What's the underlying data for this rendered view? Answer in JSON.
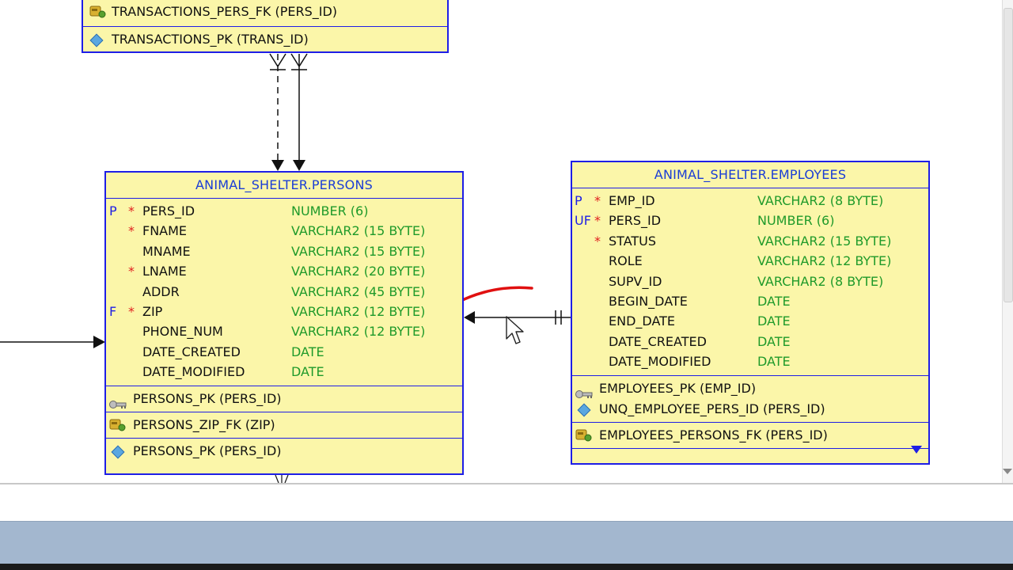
{
  "transactions": {
    "keys": [
      {
        "icon": "foreign-key-icon",
        "label": "TRANSACTIONS_PERS_FK (PERS_ID)"
      },
      {
        "icon": "unique-key-icon",
        "label": "TRANSACTIONS_PK (TRANS_ID)"
      }
    ]
  },
  "persons": {
    "title": "ANIMAL_SHELTER.PERSONS",
    "columns": [
      {
        "key": "P",
        "req": "*",
        "name": "PERS_ID",
        "type": "NUMBER (6)"
      },
      {
        "key": "",
        "req": "*",
        "name": "FNAME",
        "type": "VARCHAR2 (15 BYTE)"
      },
      {
        "key": "",
        "req": "",
        "name": "MNAME",
        "type": "VARCHAR2 (15 BYTE)"
      },
      {
        "key": "",
        "req": "*",
        "name": "LNAME",
        "type": "VARCHAR2 (20 BYTE)"
      },
      {
        "key": "",
        "req": "",
        "name": "ADDR",
        "type": "VARCHAR2 (45 BYTE)"
      },
      {
        "key": "F",
        "req": "*",
        "name": "ZIP",
        "type": "VARCHAR2 (12 BYTE)"
      },
      {
        "key": "",
        "req": "",
        "name": "PHONE_NUM",
        "type": "VARCHAR2 (12 BYTE)"
      },
      {
        "key": "",
        "req": "",
        "name": "DATE_CREATED",
        "type": "DATE"
      },
      {
        "key": "",
        "req": "",
        "name": "DATE_MODIFIED",
        "type": "DATE"
      }
    ],
    "pk": [
      {
        "icon": "primary-key-icon",
        "label": "PERSONS_PK (PERS_ID)"
      }
    ],
    "fk": [
      {
        "icon": "foreign-key-icon",
        "label": "PERSONS_ZIP_FK (ZIP)"
      }
    ],
    "uk": [
      {
        "icon": "unique-key-icon",
        "label": "PERSONS_PK (PERS_ID)"
      }
    ]
  },
  "employees": {
    "title": "ANIMAL_SHELTER.EMPLOYEES",
    "columns": [
      {
        "key": "P",
        "req": "*",
        "name": "EMP_ID",
        "type": "VARCHAR2 (8 BYTE)"
      },
      {
        "key": "UF",
        "req": "*",
        "name": "PERS_ID",
        "type": "NUMBER (6)"
      },
      {
        "key": "",
        "req": "*",
        "name": "STATUS",
        "type": "VARCHAR2 (15 BYTE)"
      },
      {
        "key": "",
        "req": "",
        "name": "ROLE",
        "type": "VARCHAR2 (12 BYTE)"
      },
      {
        "key": "",
        "req": "",
        "name": "SUPV_ID",
        "type": "VARCHAR2 (8 BYTE)"
      },
      {
        "key": "",
        "req": "",
        "name": "BEGIN_DATE",
        "type": "DATE"
      },
      {
        "key": "",
        "req": "",
        "name": "END_DATE",
        "type": "DATE"
      },
      {
        "key": "",
        "req": "",
        "name": "DATE_CREATED",
        "type": "DATE"
      },
      {
        "key": "",
        "req": "",
        "name": "DATE_MODIFIED",
        "type": "DATE"
      }
    ],
    "keys1": [
      {
        "icon": "primary-key-icon",
        "label": "EMPLOYEES_PK (EMP_ID)"
      },
      {
        "icon": "unique-key-icon",
        "label": "UNQ_EMPLOYEE_PERS_ID (PERS_ID)"
      }
    ],
    "keys2": [
      {
        "icon": "foreign-key-icon",
        "label": "EMPLOYEES_PERSONS_FK (PERS_ID)"
      }
    ]
  },
  "colors": {
    "entity_fill": "#fbf6a9",
    "entity_border": "#1e1ee6",
    "title_text": "#1a3dd6",
    "type_text": "#1f9a2a",
    "required_mark": "#e02020",
    "annotation_stroke": "#e01010"
  }
}
